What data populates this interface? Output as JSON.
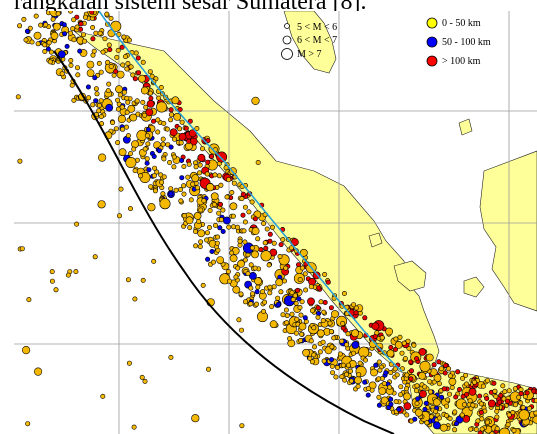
{
  "caption": "rangkaian sistem sesar Sumatera [8].",
  "legend": {
    "magnitude": [
      {
        "label": "5 < M < 6"
      },
      {
        "label": "6 < M < 7"
      },
      {
        "label": "M > 7"
      }
    ],
    "depth": [
      {
        "label": "0 - 50 km",
        "color": "#ffff00"
      },
      {
        "label": "50 - 100 km",
        "color": "#0000ff"
      },
      {
        "label": "> 100 km",
        "color": "#ff0000"
      }
    ]
  },
  "map": {
    "land_color": "#ffff99",
    "sea_color": "#ffffff",
    "grid_color": "#9a9a9a",
    "fault_color": "#2a9fd6",
    "trench_color": "#000000",
    "event_outline": "#000000",
    "event_colors": {
      "shallow": "#f5b800",
      "intermediate": "#0000e6",
      "deep": "#e60000"
    }
  }
}
